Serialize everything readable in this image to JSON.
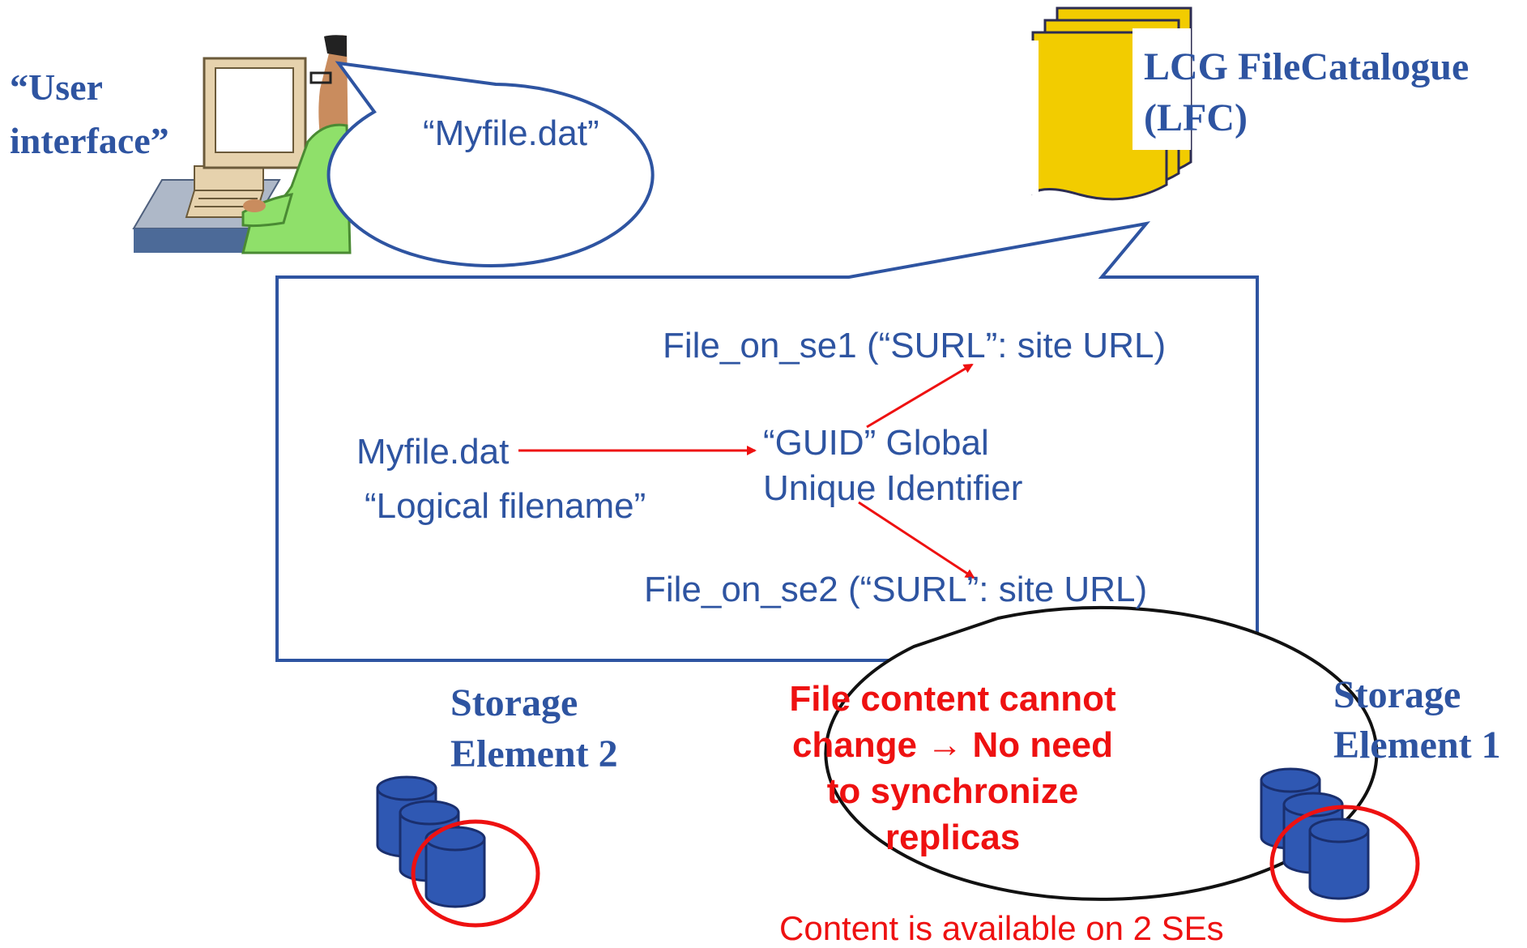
{
  "user": {
    "label_line1": "“User",
    "label_line2": "interface”",
    "speech": "“Myfile.dat”"
  },
  "catalogue": {
    "title_line1": "LCG FileCatalogue",
    "title_line2": "(LFC)"
  },
  "mapping": {
    "logical_name": "Myfile.dat",
    "logical_caption": "“Logical filename”",
    "guid_line1": "“GUID” Global",
    "guid_line2": "Unique Identifier",
    "surl1": "File_on_se1 (“SURL”: site URL)",
    "surl2": "File_on_se2 (“SURL”: site URL)"
  },
  "note": {
    "line1": "File content cannot",
    "line2": "change → No need",
    "line3": "to synchronize",
    "line4": "replicas"
  },
  "storage": {
    "se2_line1": "Storage",
    "se2_line2": "Element 2",
    "se1_line1": "Storage",
    "se1_line2": "Element 1"
  },
  "footer": "Content is available on 2 SEs",
  "colors": {
    "text_blue": "#2e54a1",
    "callout_border": "#2e54a1",
    "arrow_red": "#ee1111",
    "folder_yellow": "#f2cc00",
    "disk_blue": "#2f58b3"
  }
}
